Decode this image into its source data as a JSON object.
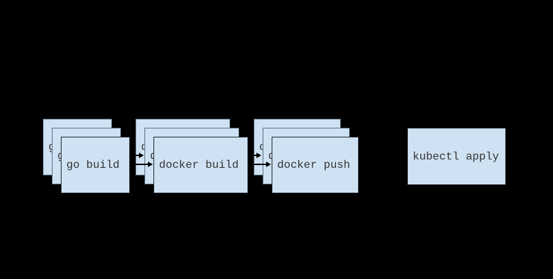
{
  "diagram": {
    "description": "Build and deploy pipeline diagram on black background",
    "background_color": "#000000",
    "node_fill_color": "#cfe2f3",
    "node_border_color_front": "#1e242a",
    "node_border_color_stacked": "#5c6e7d",
    "text_color": "#323232",
    "arrow_color": "#000000",
    "stacks": [
      {
        "id": "go-build",
        "label": "go build",
        "copies": 3
      },
      {
        "id": "docker-build",
        "label": "docker build",
        "copies": 3
      },
      {
        "id": "docker-push",
        "label": "docker push",
        "copies": 3
      },
      {
        "id": "kubectl-apply",
        "label": "kubectl apply",
        "copies": 1
      }
    ],
    "connections": [
      {
        "from": "go build",
        "to": "docker build",
        "parallel_arrows": 2
      },
      {
        "from": "docker build",
        "to": "docker push",
        "parallel_arrows": 2
      }
    ]
  }
}
